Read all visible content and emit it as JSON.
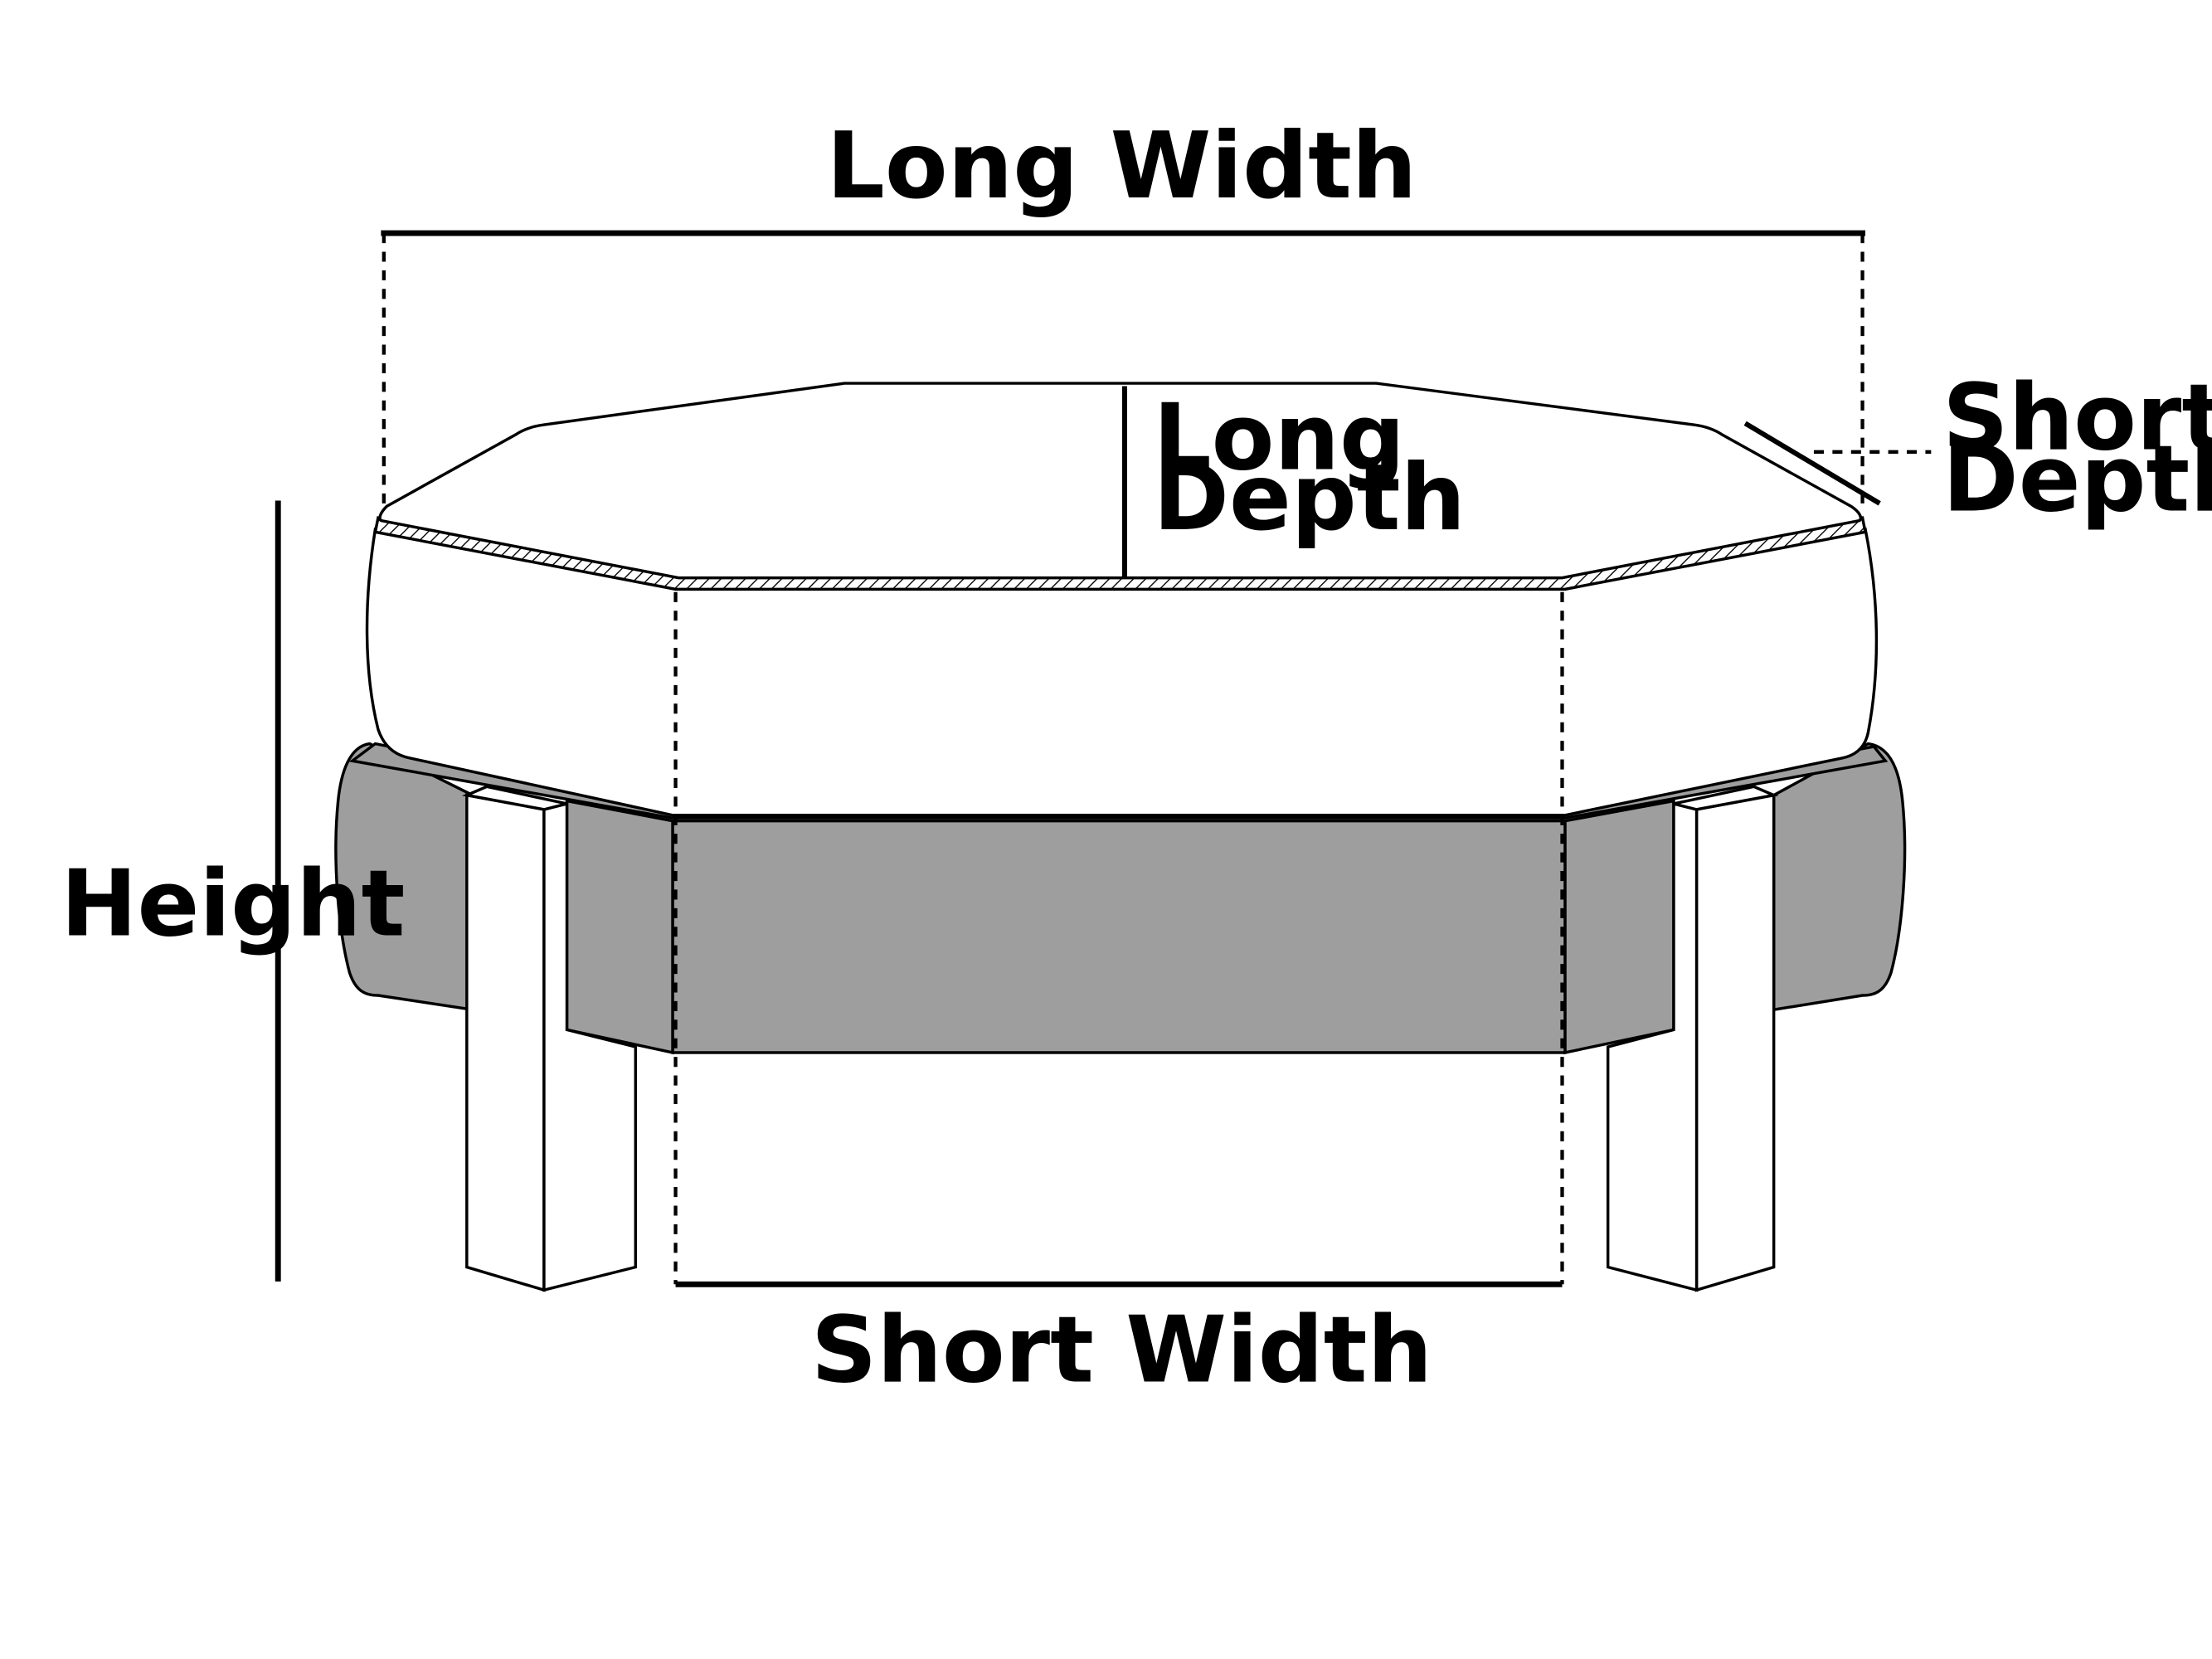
{
  "diagram": {
    "labels": {
      "long_width": "Long Width",
      "long_depth_line1": "Long",
      "long_depth_line2": "Depth",
      "short_depth_line1": "Short",
      "short_depth_line2": "Depth",
      "height": "Height",
      "short_width": "Short Width"
    },
    "colors": {
      "line": "#000000",
      "cushion_fill": "#ffffff",
      "base_fill": "#9e9e9e",
      "leg_fill": "#ffffff"
    }
  }
}
